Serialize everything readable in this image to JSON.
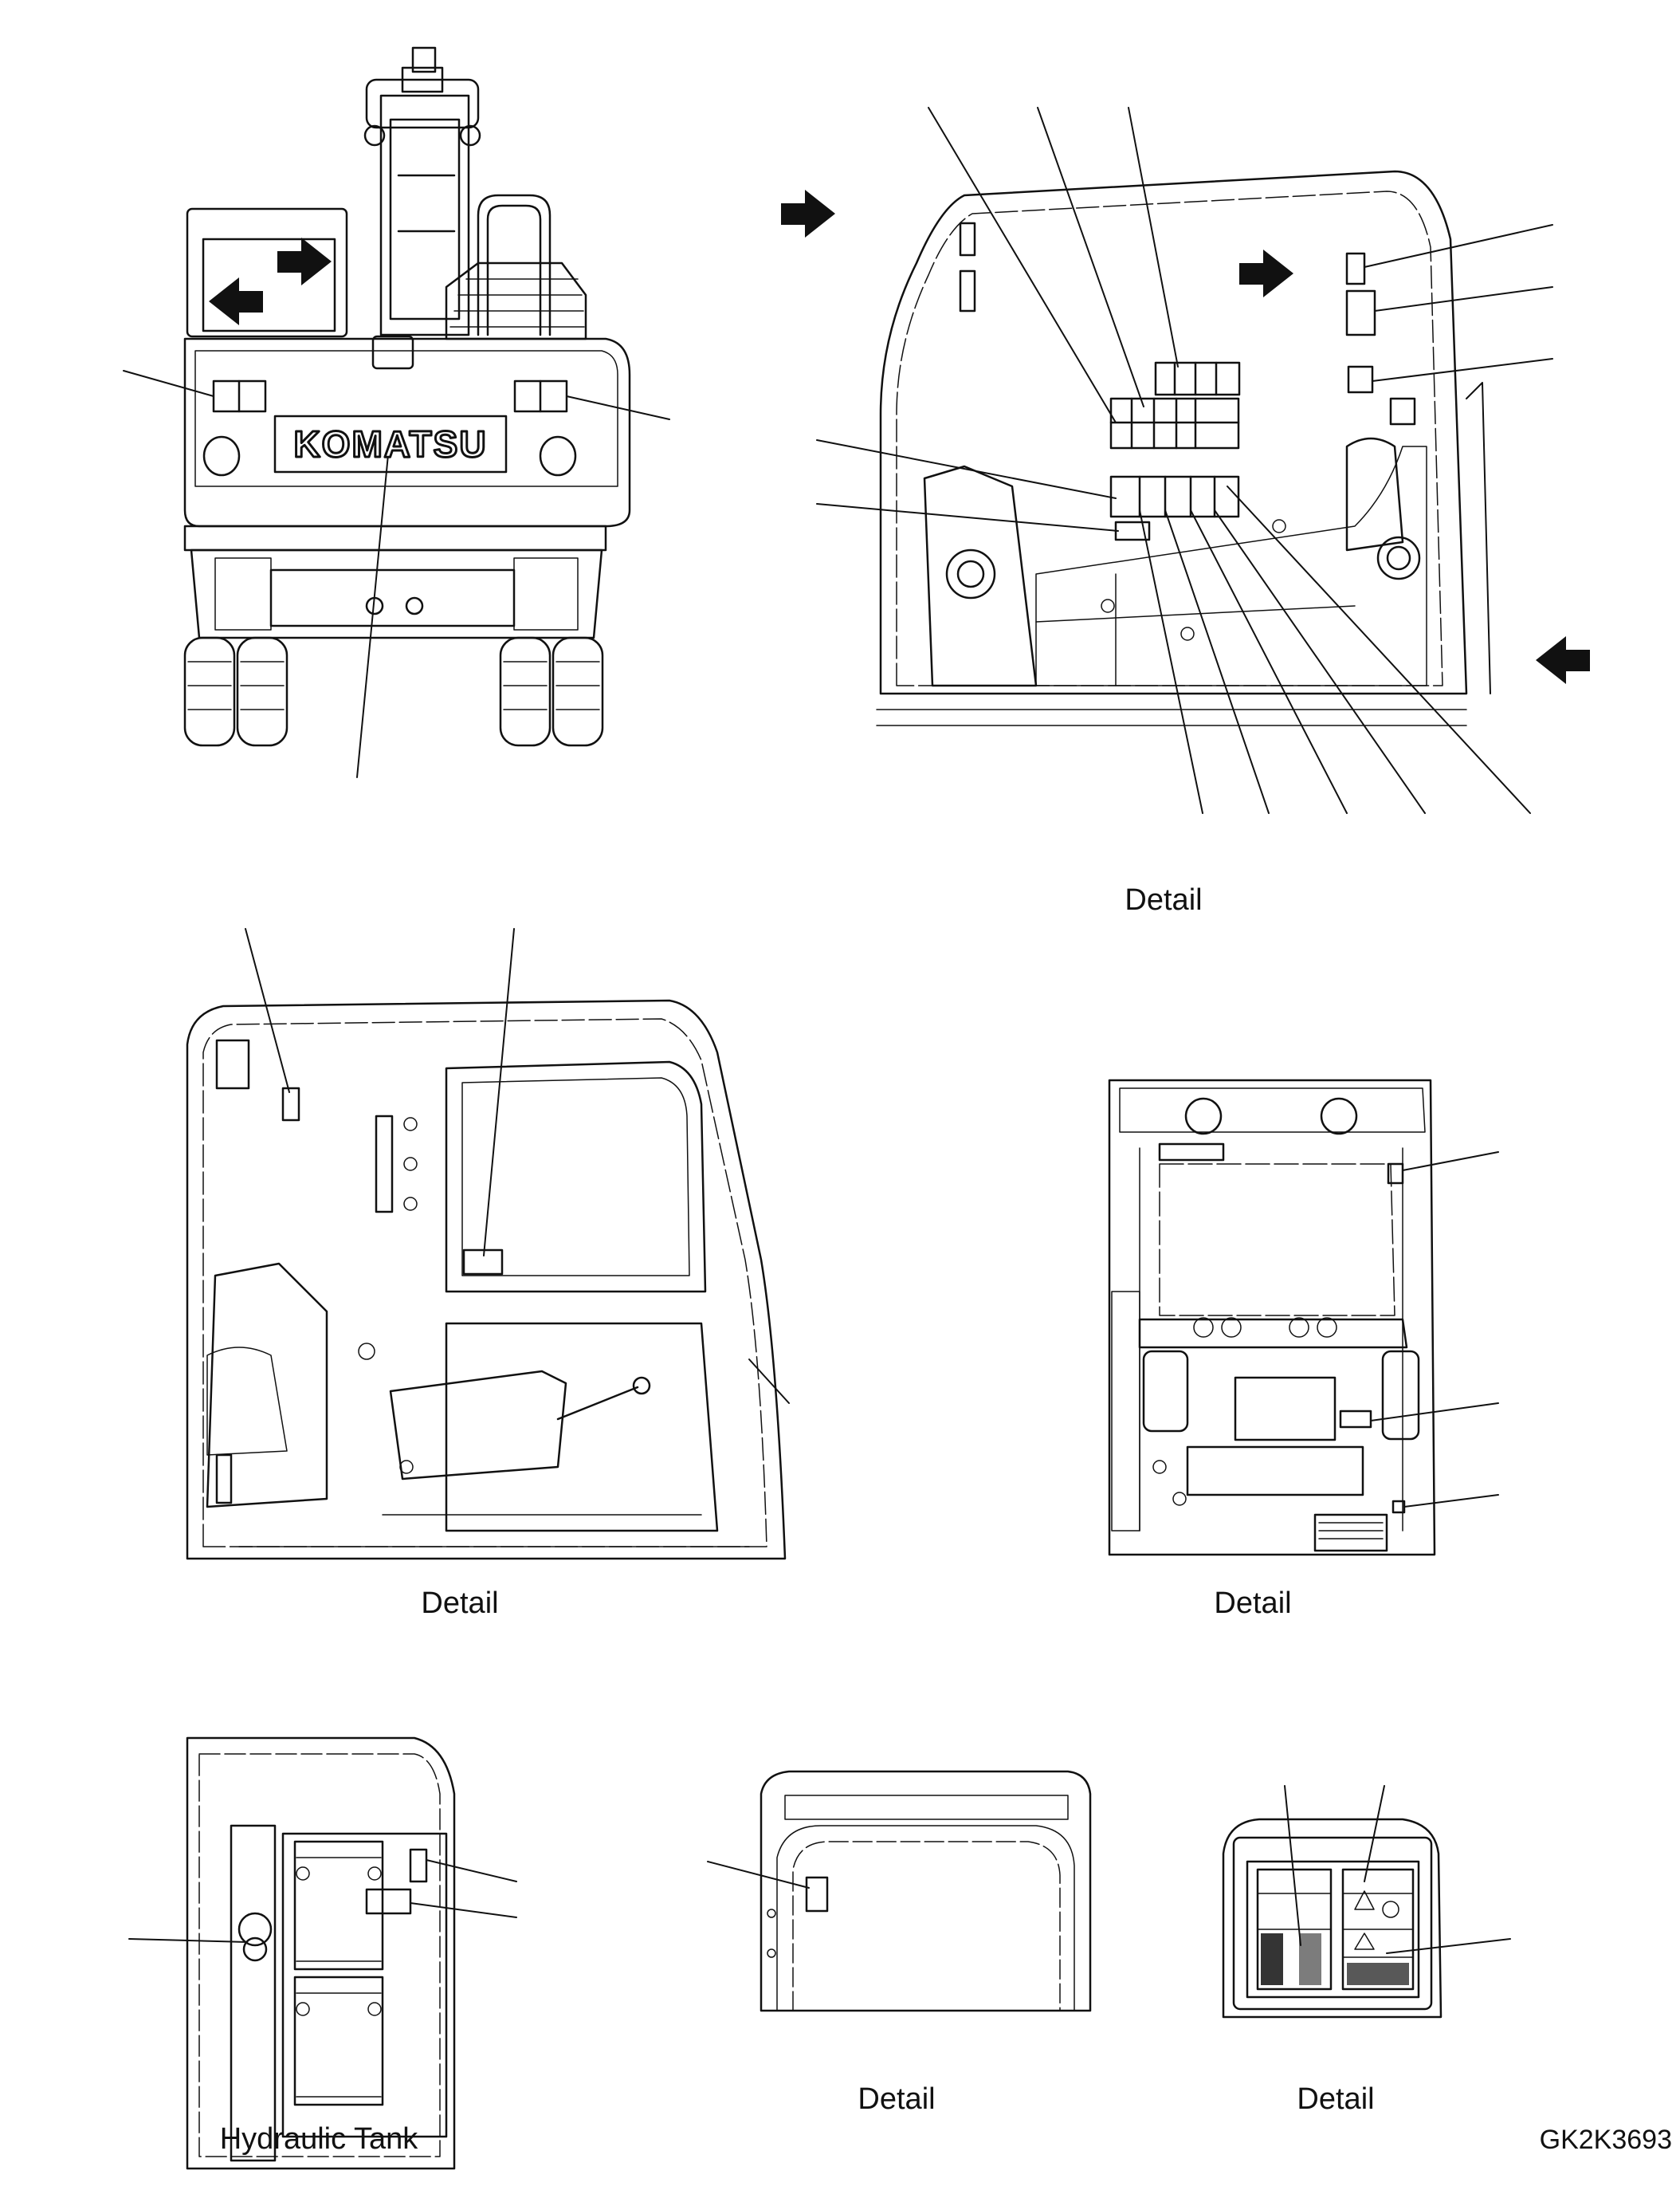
{
  "brand_mark": "KOMATSU",
  "labels": {
    "cab_right_detail": "Detail",
    "cab_left_detail": "Detail",
    "rear_cab_detail": "Detail",
    "hydraulic_tank": "Hydraulic Tank",
    "cover_detail": "Detail",
    "panel_detail": "Detail"
  },
  "drawing_code": "GK2K3693"
}
